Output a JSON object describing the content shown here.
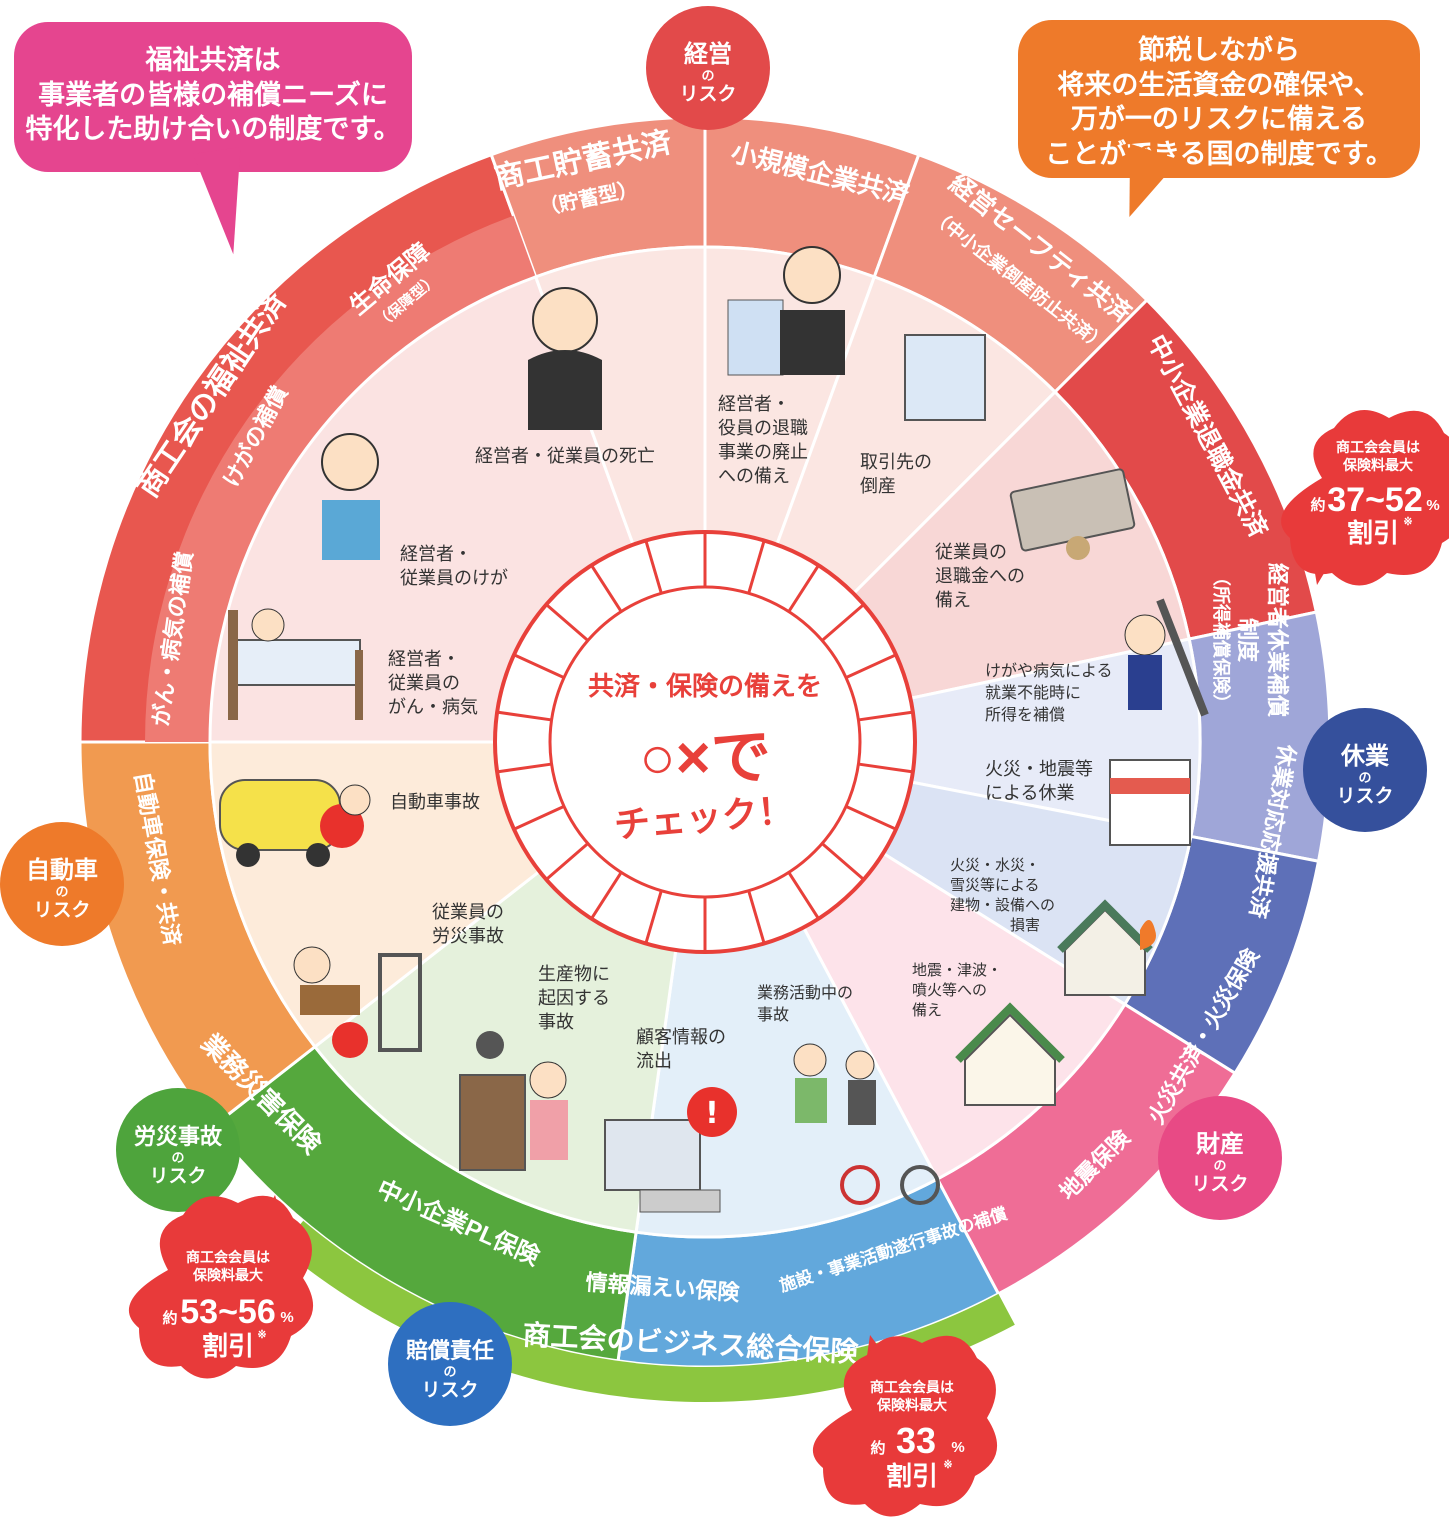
{
  "bubbles": {
    "left": {
      "lines": [
        "福祉共済は",
        "事業者の皆様の補償ニーズに",
        "特化した助け合いの制度です。"
      ],
      "color": "#e5458f"
    },
    "right": {
      "lines": [
        "節税しながら",
        "将来の生活資金の確保や、",
        "万が一のリスクに備える",
        "ことができる国の制度です。"
      ],
      "color": "#ee7a2a"
    }
  },
  "center": {
    "line1": "共済・保険の備えを",
    "marks": "○×で",
    "line3": "チェック！",
    "color": "#e8403a"
  },
  "risks": [
    {
      "id": "management",
      "lines": [
        "経営",
        "の",
        "リスク"
      ],
      "color": "#e24a4a"
    },
    {
      "id": "business-interruption",
      "lines": [
        "休業",
        "の",
        "リスク"
      ],
      "color": "#35509c"
    },
    {
      "id": "property",
      "lines": [
        "財産",
        "の",
        "リスク"
      ],
      "color": "#e84a85"
    },
    {
      "id": "liability",
      "lines": [
        "賠償責任",
        "の",
        "リスク"
      ],
      "color": "#2e6fc0"
    },
    {
      "id": "industrial-accident",
      "lines": [
        "労災事故",
        "の",
        "リスク"
      ],
      "color": "#4ea43c"
    },
    {
      "id": "automobile",
      "lines": [
        "自動車",
        "の",
        "リスク"
      ],
      "color": "#ee7a2a"
    }
  ],
  "discounts": [
    {
      "id": "discount-37-52",
      "line1": "商工会会員は",
      "line2": "保険料最大",
      "prefix": "約",
      "value": "37~52",
      "unit": "%",
      "suffix": "割引",
      "note": "※"
    },
    {
      "id": "discount-53-56",
      "line1": "商工会会員は",
      "line2": "保険料最大",
      "prefix": "約",
      "value": "53~56",
      "unit": "%",
      "suffix": "割引",
      "note": "※"
    },
    {
      "id": "discount-33",
      "line1": "商工会会員は",
      "line2": "保険料最大",
      "prefix": "約",
      "value": "33",
      "unit": "%",
      "suffix": "割引",
      "note": "※"
    }
  ],
  "outer_ring": [
    {
      "id": "fukushi",
      "label": "商工会の福祉共済",
      "color": "#e8574f"
    },
    {
      "id": "kiki",
      "label": "経営セーフティ共済",
      "color": "#ee8a6a"
    },
    {
      "id": "jigyousha",
      "label": "経営者休業補償制度",
      "color": "#9fa6d8"
    },
    {
      "id": "kasai",
      "label": "火災共済・火災保険",
      "color": "#ef6d96"
    },
    {
      "id": "business",
      "label": "商工会のビジネス総合保険",
      "color": "#8cc63f"
    },
    {
      "id": "gyomu",
      "label": "業務災害保険",
      "color": "#55a83d"
    },
    {
      "id": "jidousha",
      "label": "自動車保険・共済",
      "color": "#f19a50"
    }
  ],
  "products": [
    {
      "id": "chochiku",
      "label": "商工貯蓄共済",
      "sub": "（貯蓄型）"
    },
    {
      "id": "shokibo",
      "label": "小規模企業共済"
    },
    {
      "id": "safety",
      "label": "経営セーフティ共済",
      "sub": "（中小企業倒産防止共済）"
    },
    {
      "id": "taishokukin",
      "label": "中小企業退職金共済"
    },
    {
      "id": "seimei",
      "label": "生命保障",
      "sub": "（保障型）"
    },
    {
      "id": "kega",
      "label": "けがの補償"
    },
    {
      "id": "gan",
      "label": "がん・病気の補償"
    },
    {
      "id": "kyugyo-hosho",
      "label": "経営者休業補償",
      "sub2": "制度",
      "sub": "（所得補償保険）"
    },
    {
      "id": "kyugyo-taio",
      "label": "休業対応応援共済"
    },
    {
      "id": "kasai-prod",
      "label": "火災共済・火災保険"
    },
    {
      "id": "jishin",
      "label": "地震保険"
    },
    {
      "id": "jidousha-prod",
      "label": "自動車保険・共済"
    },
    {
      "id": "gyomu-prod",
      "label": "業務災害保険"
    },
    {
      "id": "pl",
      "label": "中小企業PL保険"
    },
    {
      "id": "joho",
      "label": "情報漏えい保険"
    },
    {
      "id": "shisetsu",
      "label": "施設・事業活動遂行事故の補償"
    }
  ],
  "risk_items": [
    {
      "id": "death",
      "lines": [
        "経営者・従業員の死亡"
      ]
    },
    {
      "id": "retire",
      "lines": [
        "経営者・",
        "役員の退職",
        "事業の廃止",
        "への備え"
      ]
    },
    {
      "id": "bankrupt",
      "lines": [
        "取引先の",
        "倒産"
      ]
    },
    {
      "id": "severance",
      "lines": [
        "従業員の",
        "退職金への",
        "備え"
      ]
    },
    {
      "id": "injury",
      "lines": [
        "経営者・",
        "従業員のけが"
      ]
    },
    {
      "id": "illness",
      "lines": [
        "経営者・",
        "従業員の",
        "がん・病気"
      ]
    },
    {
      "id": "income",
      "lines": [
        "けがや病気による",
        "就業不能時に",
        "所得を補償"
      ]
    },
    {
      "id": "disaster-rest",
      "lines": [
        "火災・地震等",
        "による休業"
      ]
    },
    {
      "id": "fire-damage",
      "lines": [
        "火災・水災・",
        "雪災等による",
        "建物・設備への",
        "損害"
      ]
    },
    {
      "id": "quake",
      "lines": [
        "地震・津波・",
        "噴火等への",
        "備え"
      ]
    },
    {
      "id": "car",
      "lines": [
        "自動車事故"
      ]
    },
    {
      "id": "labor",
      "lines": [
        "従業員の",
        "労災事故"
      ]
    },
    {
      "id": "product",
      "lines": [
        "生産物に",
        "起因する",
        "事故"
      ]
    },
    {
      "id": "customer",
      "lines": [
        "顧客情報の",
        "流出"
      ]
    },
    {
      "id": "work",
      "lines": [
        "業務活動中の",
        "事故"
      ]
    }
  ]
}
